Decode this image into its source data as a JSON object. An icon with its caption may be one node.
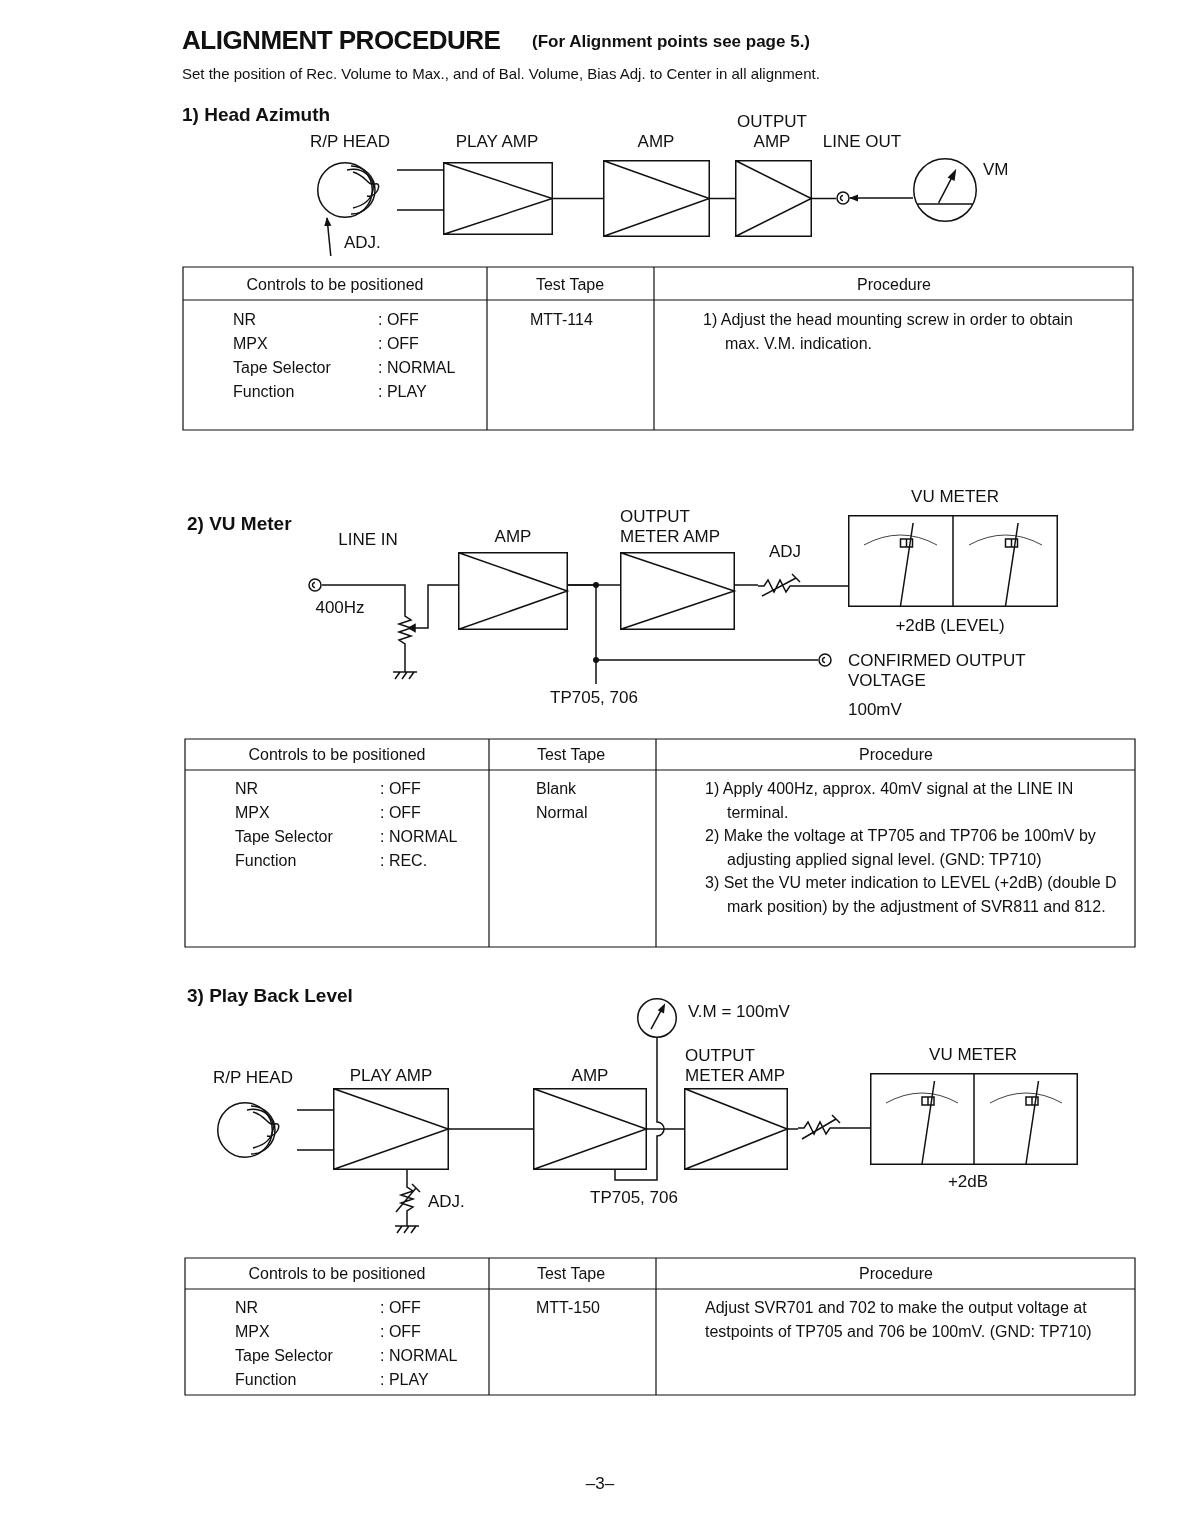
{
  "diagram": {
    "title": "ALIGNMENT PROCEDURE",
    "nodes": [
      {
        "text": [
          "R/P HEAD"
        ]
      },
      {
        "text": [
          "PLAY AMP"
        ]
      },
      {
        "text": [
          "AMP"
        ]
      },
      {
        "text": [
          "OUTPUT AMP"
        ]
      },
      {
        "text": [
          "LINE OUT"
        ]
      },
      {
        "text": [
          "VM"
        ]
      },
      {
        "text": [
          "ADJ."
        ]
      },
      {
        "text": [
          "LINE IN"
        ],
        "beside": [
          "400Hz"
        ]
      },
      {
        "text": [],
        "shape": "resistor"
      },
      {
        "text": [
          "AMP"
        ]
      },
      {
        "text": [
          "OUTPUT METER AMP"
        ]
      },
      {
        "text": [
          "ADJ"
        ]
      },
      {
        "text": [
          "VU METER"
        ],
        "beside": [
          "+2dB (LEVEL)"
        ]
      },
      {
        "text": [
          "CONFIRMED OUTPUT VOLTAGE",
          "100mV"
        ]
      },
      {
        "text": [
          "R/P HEAD"
        ]
      },
      {
        "text": [
          "PLAY AMP"
        ]
      },
      {
        "text": [
          "ADJ."
        ]
      },
      {
        "text": [
          "AMP"
        ]
      },
      {
        "text": [],
        "shape": "circle",
        "beside": [
          "V.M = 100mV"
        ]
      },
      {
        "text": [
          "OUTPUT METER AMP"
        ]
      },
      {
        "text": [],
        "shape": "resistor"
      },
      {
        "text": [
          "VU METER"
        ],
        "beside": [
          "+2dB"
        ]
      }
    ],
    "edges": [
      {
        "from": 0,
        "to": 1,
        "arrow": "none"
      },
      {
        "from": 1,
        "to": 2,
        "arrow": "none"
      },
      {
        "from": 2,
        "to": 3,
        "arrow": "none"
      },
      {
        "from": 3,
        "to": 4,
        "arrow": "none"
      },
      {
        "from": 5,
        "to": 4,
        "arrow": "to"
      },
      {
        "from": 6,
        "to": 0,
        "arrow": "to"
      },
      {
        "from": 7,
        "to": 8,
        "arrow": "none"
      },
      {
        "from": 8,
        "to": 9,
        "arrow": "none"
      },
      {
        "from": 9,
        "to": 10,
        "arrow": "none"
      },
      {
        "from": 10,
        "to": 11,
        "arrow": "none"
      },
      {
        "from": 11,
        "to": 12,
        "arrow": "none"
      },
      {
        "from": 9,
        "to": 13,
        "arrow": "none"
      },
      {
        "from": 14,
        "to": 15,
        "arrow": "none"
      },
      {
        "from": 15,
        "to": 16,
        "arrow": "none"
      },
      {
        "from": 15,
        "to": 17,
        "arrow": "none"
      },
      {
        "from": 17,
        "to": 19,
        "arrow": "none"
      },
      {
        "from": 18,
        "to": 17,
        "arrow": "none"
      },
      {
        "from": 19,
        "to": 20,
        "arrow": "none"
      },
      {
        "from": 20,
        "to": 21,
        "arrow": "none"
      }
    ],
    "labels": [
      "(For Alignment points see page 5.)",
      "Set the position of Rec. Volume to Max., and of Bal. Volume, Bias Adj. to Center in all alignment.",
      "1) Head Azimuth",
      "Controls to be positioned",
      "Test Tape",
      "Procedure",
      "NR",
      ": OFF",
      "MPX",
      ": OFF",
      "Tape Selector",
      ": NORMAL",
      "Function",
      ": PLAY",
      "MTT-114",
      "1) Adjust the head mounting screw in order to obtain max. V.M. indication.",
      "2) VU Meter",
      "TP705, 706",
      "Controls to be positioned",
      "Test Tape",
      "Procedure",
      "NR",
      ": OFF",
      "MPX",
      ": OFF",
      "Tape Selector",
      ": NORMAL",
      "Function",
      ": REC.",
      "Blank",
      "Normal",
      "1) Apply 400Hz, approx. 40mV signal at the LINE IN terminal.",
      "2) Make the voltage at TP705 and TP706 be 100mV by adjusting applied signal level. (GND: TP710)",
      "3) Set the VU meter indication to LEVEL (+2dB) (double D mark position) by the adjustment of SVR811 and 812.",
      "3) Play Back Level",
      "TP705, 706",
      "Controls to be positioned",
      "Test Tape",
      "Procedure",
      "NR",
      ": OFF",
      "MPX",
      ": OFF",
      "Tape Selector",
      ": NORMAL",
      "Function",
      ": PLAY",
      "MTT-150",
      "Adjust SVR701 and 702 to make the output voltage at testpoints of TP705 and 706 be 100mV. (GND: TP710)",
      "–3–"
    ]
  }
}
